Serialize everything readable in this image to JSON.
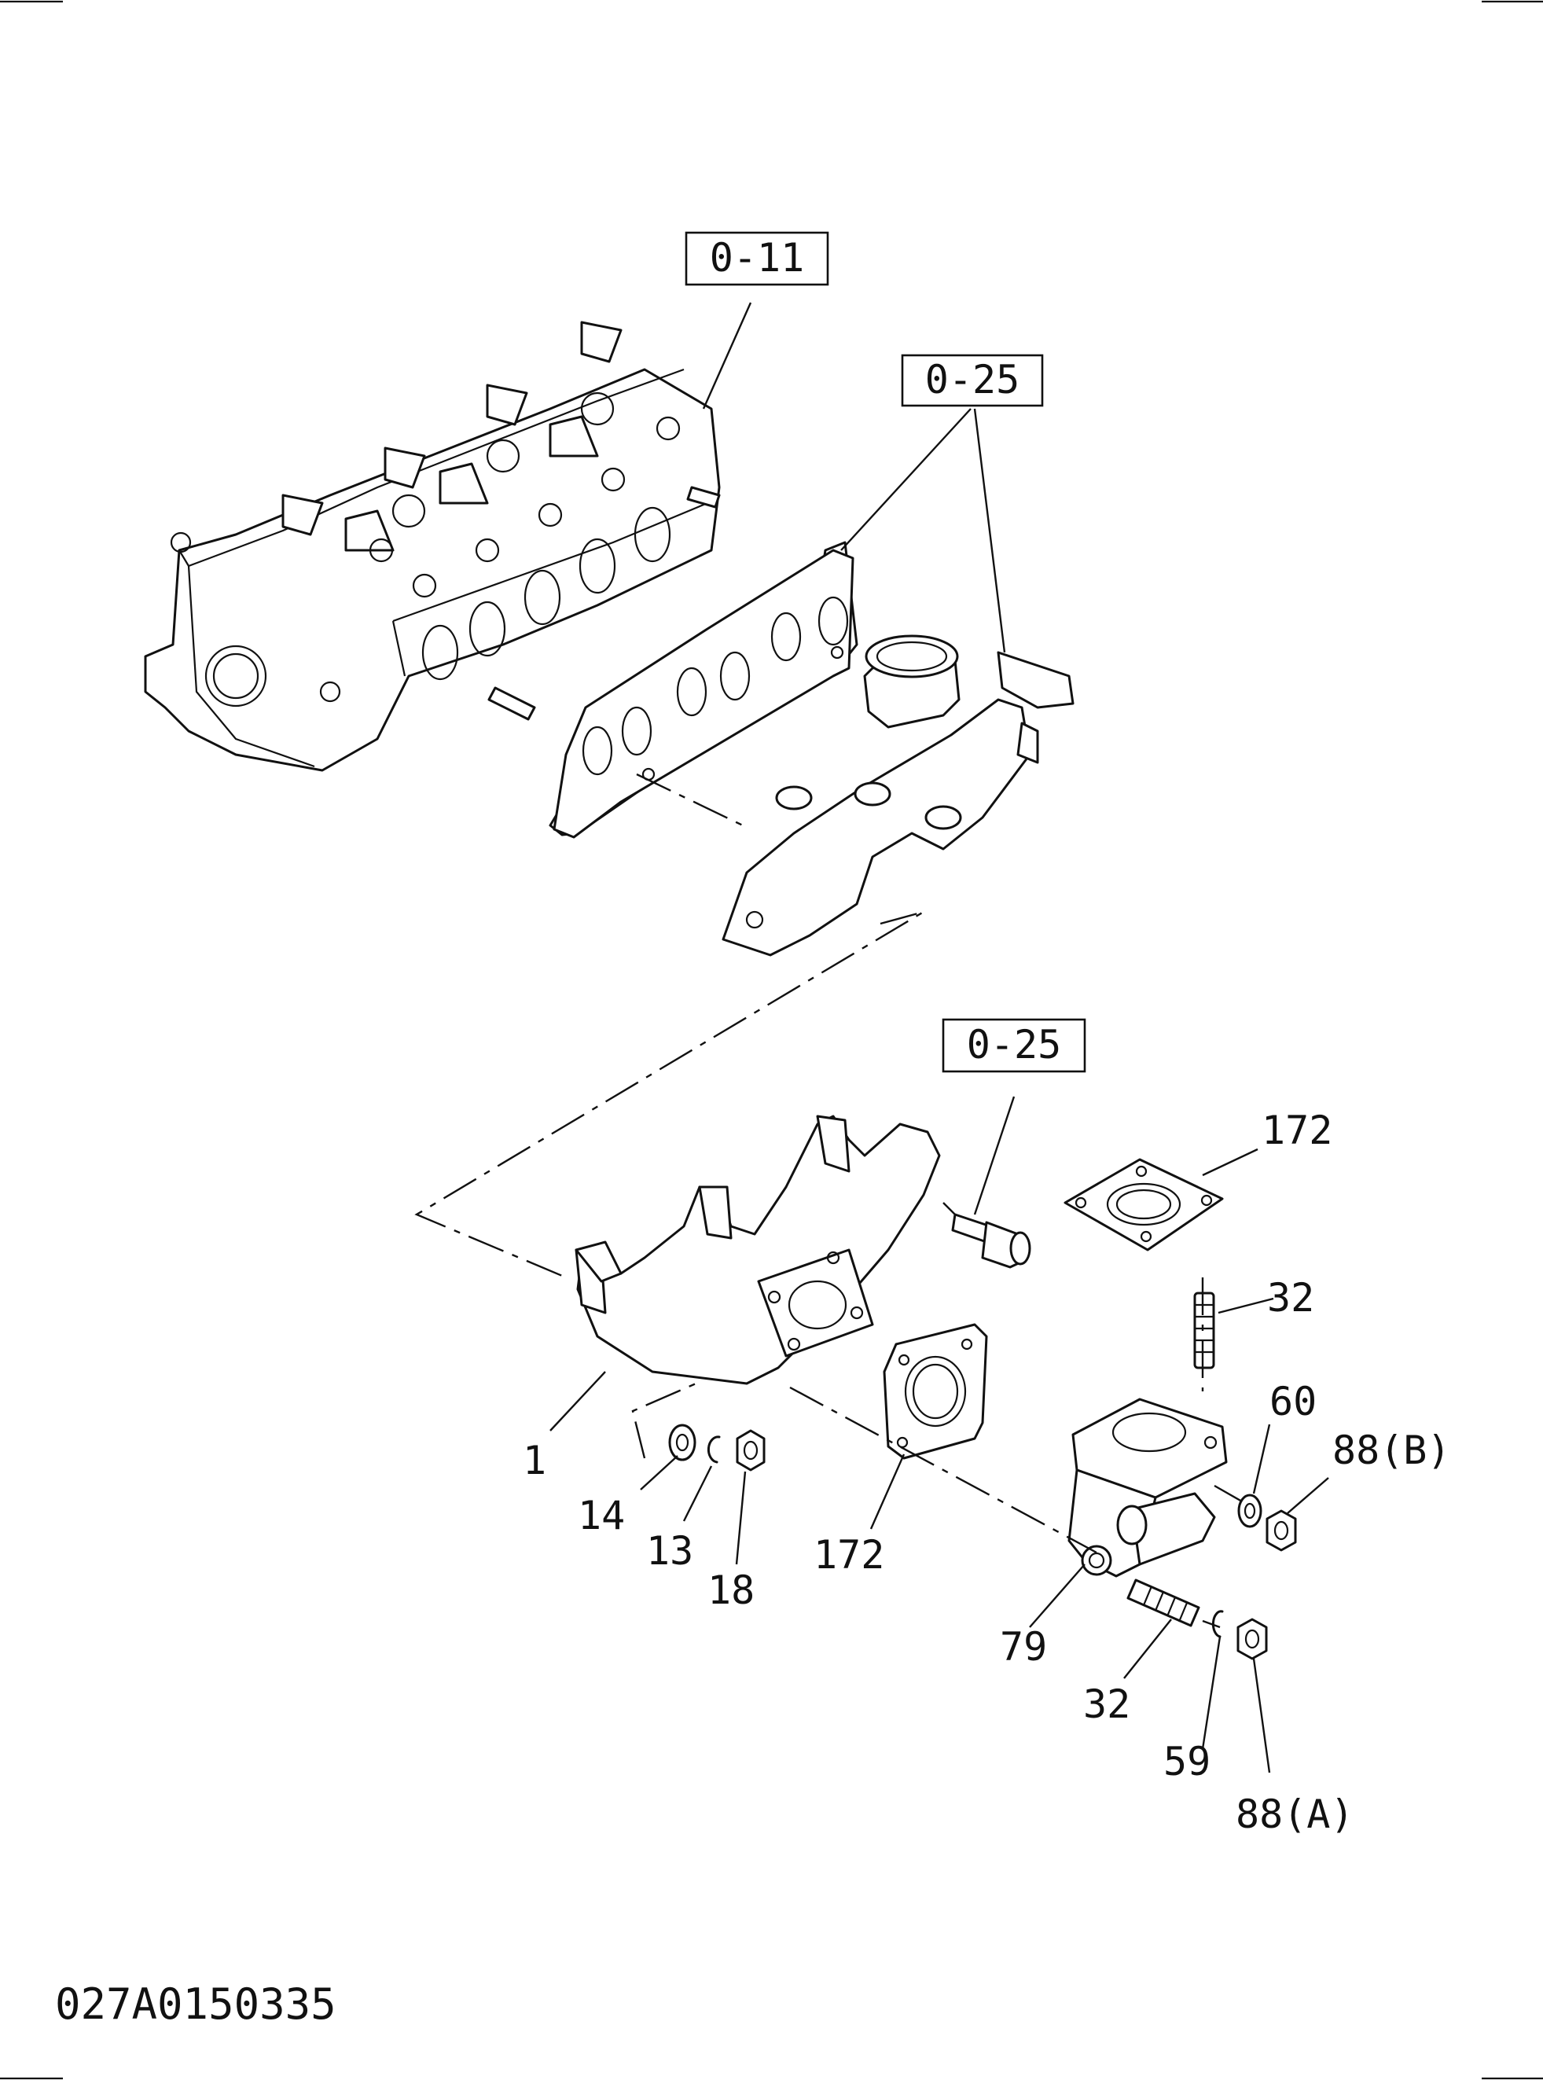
{
  "figure_code": "027A0150335",
  "references": {
    "head": "0-11",
    "gasket_upper": "0-25",
    "bolt": "0-25"
  },
  "callouts": {
    "manifold": "1",
    "washer": "14",
    "lock_washer_left": "13",
    "nut_left": "18",
    "gasket_lower": "172",
    "gasket_top": "172",
    "stud_vertical": "32",
    "stud_horizontal": "32",
    "washer_right": "60",
    "nut_b": "88(B)",
    "elbow": "79",
    "lock_washer_right": "59",
    "nut_a": "88(A)"
  }
}
